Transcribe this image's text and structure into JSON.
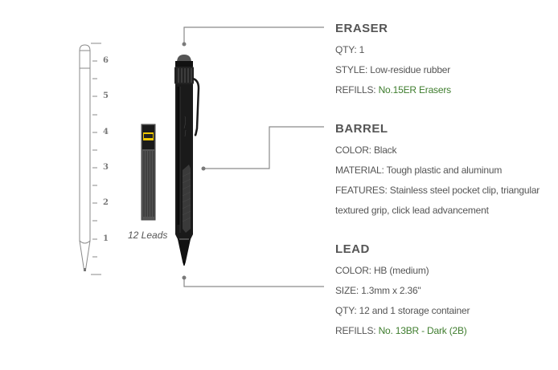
{
  "ruler": {
    "labels": [
      "6",
      "5",
      "4",
      "3",
      "2",
      "1"
    ]
  },
  "lead_container": {
    "caption": "12 Leads",
    "label_top": "HB",
    "label_size": "1.3",
    "label_bottom": "12 leads"
  },
  "colors": {
    "text": "#555555",
    "link": "#3f7d2e",
    "line": "#888888",
    "pen_body": "#1a1a1a"
  },
  "specs": {
    "eraser": {
      "title": "ERASER",
      "lines": [
        {
          "label": "QTY: 1",
          "link": ""
        },
        {
          "label": "STYLE: Low-residue rubber",
          "link": ""
        },
        {
          "label": "REFILLS: ",
          "link": "No.15ER Erasers"
        }
      ]
    },
    "barrel": {
      "title": "BARREL",
      "lines": [
        {
          "label": "COLOR: Black",
          "link": ""
        },
        {
          "label": "MATERIAL: Tough plastic and aluminum",
          "link": ""
        },
        {
          "label": "FEATURES: Stainless steel pocket clip, triangular",
          "link": ""
        },
        {
          "label": "textured grip, click lead advancement",
          "link": ""
        }
      ]
    },
    "lead": {
      "title": "LEAD",
      "lines": [
        {
          "label": "COLOR: HB (medium)",
          "link": ""
        },
        {
          "label": "SIZE: 1.3mm x 2.36\"",
          "link": ""
        },
        {
          "label": "QTY: 12 and 1 storage container",
          "link": ""
        },
        {
          "label": "REFILLS: ",
          "link": "No. 13BR - Dark (2B)"
        }
      ]
    }
  }
}
